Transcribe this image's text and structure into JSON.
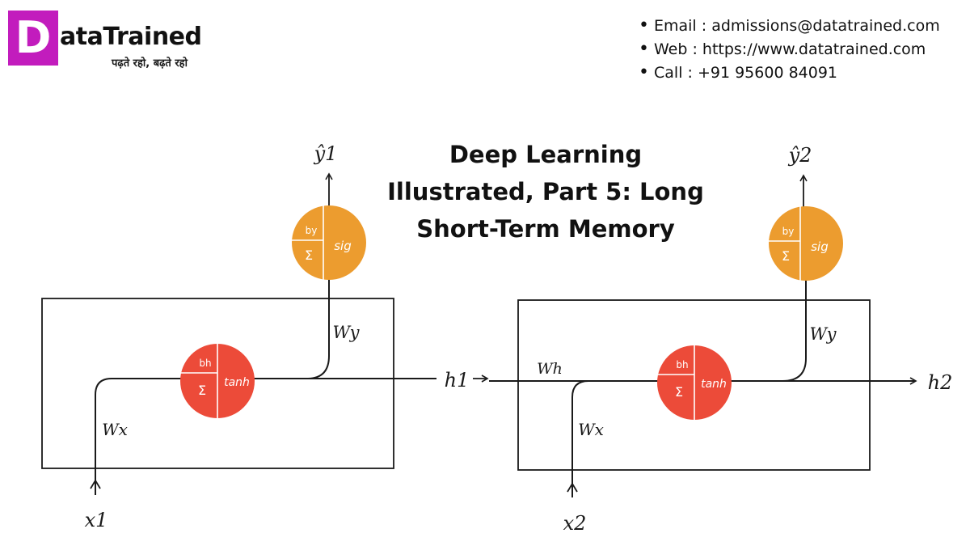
{
  "brand": {
    "logo_letter": "D",
    "name": "ataTrained",
    "tagline": "पढ़ते रहो, बढ़ते रहो",
    "primary_color": "#c21cbd"
  },
  "contact": {
    "email": "Email : admissions@datatrained.com",
    "web": "Web : https://www.datatrained.com",
    "call": "Call : +91 95600 84091"
  },
  "title": "Deep Learning Illustrated, Part 5: Long Short-Term Memory",
  "diagram": {
    "colors": {
      "output_neuron": "#ec9c2f",
      "hidden_neuron": "#ec4b39",
      "line": "#1a1a1a"
    },
    "cell1": {
      "output_label": "ŷ1",
      "output_bias": "by",
      "output_sum": "Σ",
      "output_activation": "sig",
      "output_weight": "Wy",
      "hidden_bias": "bh",
      "hidden_sum": "Σ",
      "hidden_activation": "tanh",
      "input_weight": "Wx",
      "input_label": "x1",
      "hidden_out_label": "h1"
    },
    "cell2": {
      "output_label": "ŷ2",
      "output_bias": "by",
      "output_sum": "Σ",
      "output_activation": "sig",
      "output_weight": "Wy",
      "recurrent_weight": "Wh",
      "hidden_bias": "bh",
      "hidden_sum": "Σ",
      "hidden_activation": "tanh",
      "input_weight": "Wx",
      "input_label": "x2",
      "hidden_out_label": "h2"
    }
  }
}
